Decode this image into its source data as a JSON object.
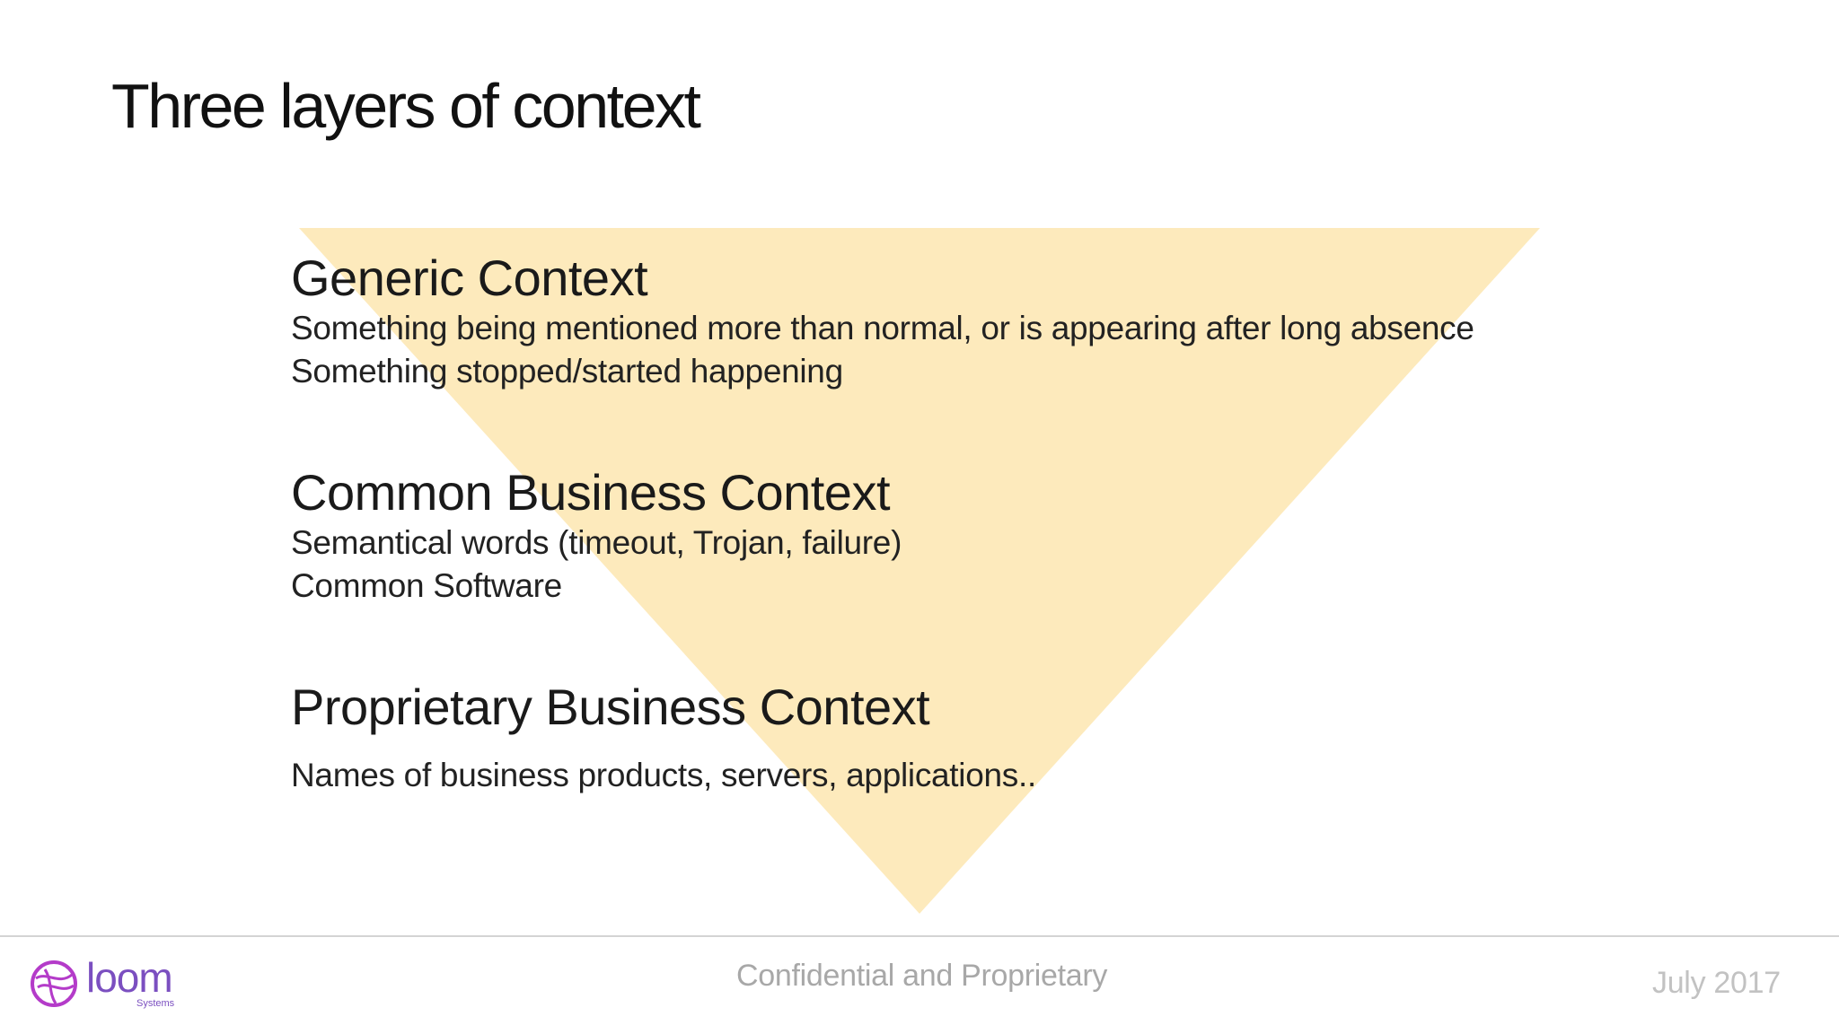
{
  "slide": {
    "title": "Three layers of context",
    "sections": [
      {
        "heading": "Generic Context",
        "lines": [
          "Something being mentioned more than normal, or is appearing after long absence",
          "Something stopped/started happening"
        ]
      },
      {
        "heading": "Common Business Context",
        "lines": [
          "Semantical words (timeout, Trojan, failure)",
          "Common Software"
        ]
      },
      {
        "heading": "Proprietary Business Context",
        "lines": [
          "Names of business products, servers, applications.."
        ]
      }
    ],
    "triangle_color": "#fde9b8"
  },
  "footer": {
    "center_text": "Confidential and Proprietary",
    "date": "July 2017",
    "logo": {
      "wordmark": "loom",
      "subtext": "Systems",
      "icon": "loom-globe-icon",
      "color": "#7b4fc0"
    }
  }
}
